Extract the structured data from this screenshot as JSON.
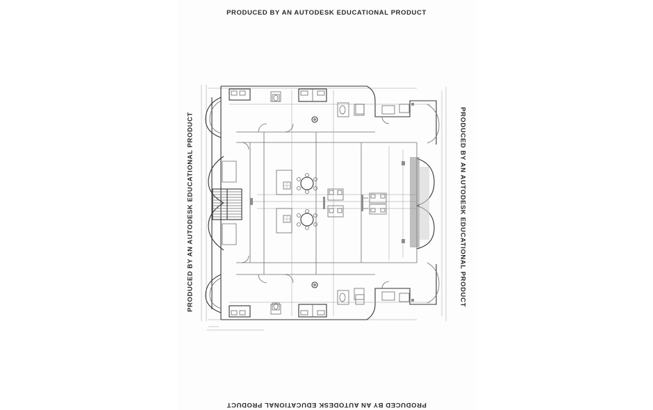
{
  "watermark": {
    "top": "PRODUCED BY AN AUTODESK EDUCATIONAL PRODUCT",
    "bottom": "PRODUCED BY AN AUTODESK EDUCATIONAL PRODUCT",
    "left": "PRODUCED BY AN AUTODESK EDUCATIONAL PRODUCT",
    "right": "PRODUCED BY AN AUTODESK EDUCATIONAL PRODUCT"
  },
  "colors": {
    "line": "#6a6a6a",
    "dark_line": "#333333",
    "shade": "#8d8d8d",
    "paper": "#fdfdfd"
  }
}
